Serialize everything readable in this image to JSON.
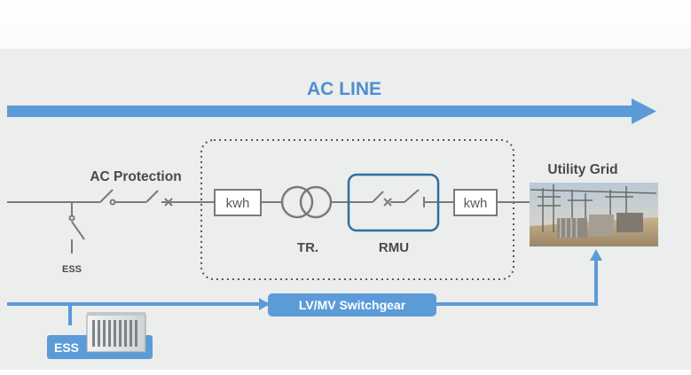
{
  "diagram": {
    "ac_line_label": "AC LINE",
    "ac_protection_label": "AC Protection",
    "ess_small_label": "ESS",
    "kwh_left_label": "kwh",
    "kwh_right_label": "kwh",
    "transformer_label": "TR.",
    "rmu_label": "RMU",
    "utility_grid_label": "Utility Grid",
    "switchgear_label": "LV/MV Switchgear",
    "ess_badge_label": "ESS"
  },
  "colors": {
    "panel_bg": "#eceded",
    "accent_blue": "#5b9bd8",
    "dark_blue_box": "#2f6e9e",
    "line_gray": "#7a7a7a"
  },
  "icons": [
    "switch-icon",
    "breaker-icon",
    "transformer-icon",
    "substation-photo",
    "ess-cabinet-icon"
  ]
}
